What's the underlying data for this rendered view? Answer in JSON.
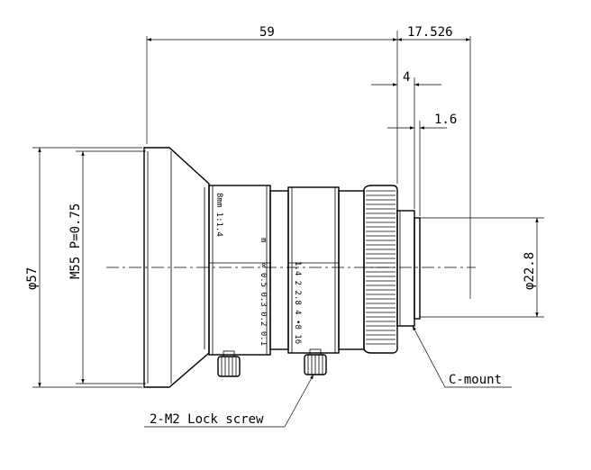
{
  "dimensions": {
    "overall_length": "59",
    "flange_back": "17.526",
    "mount_depth": "4",
    "mount_step": "1.6",
    "front_diameter": "φ57",
    "filter_thread": "M55 P=0.75",
    "mount_diameter": "φ22.8"
  },
  "engravings": {
    "model": "8mm 1:1.4",
    "focus_unit": "m",
    "focus_scale": "∞ 0.5 0.3 0.2 0.1",
    "aperture_scale": "1.4  2  2.8 4 •8 16"
  },
  "callouts": {
    "mount": "C-mount",
    "screws": "2-M2 Lock screw"
  }
}
